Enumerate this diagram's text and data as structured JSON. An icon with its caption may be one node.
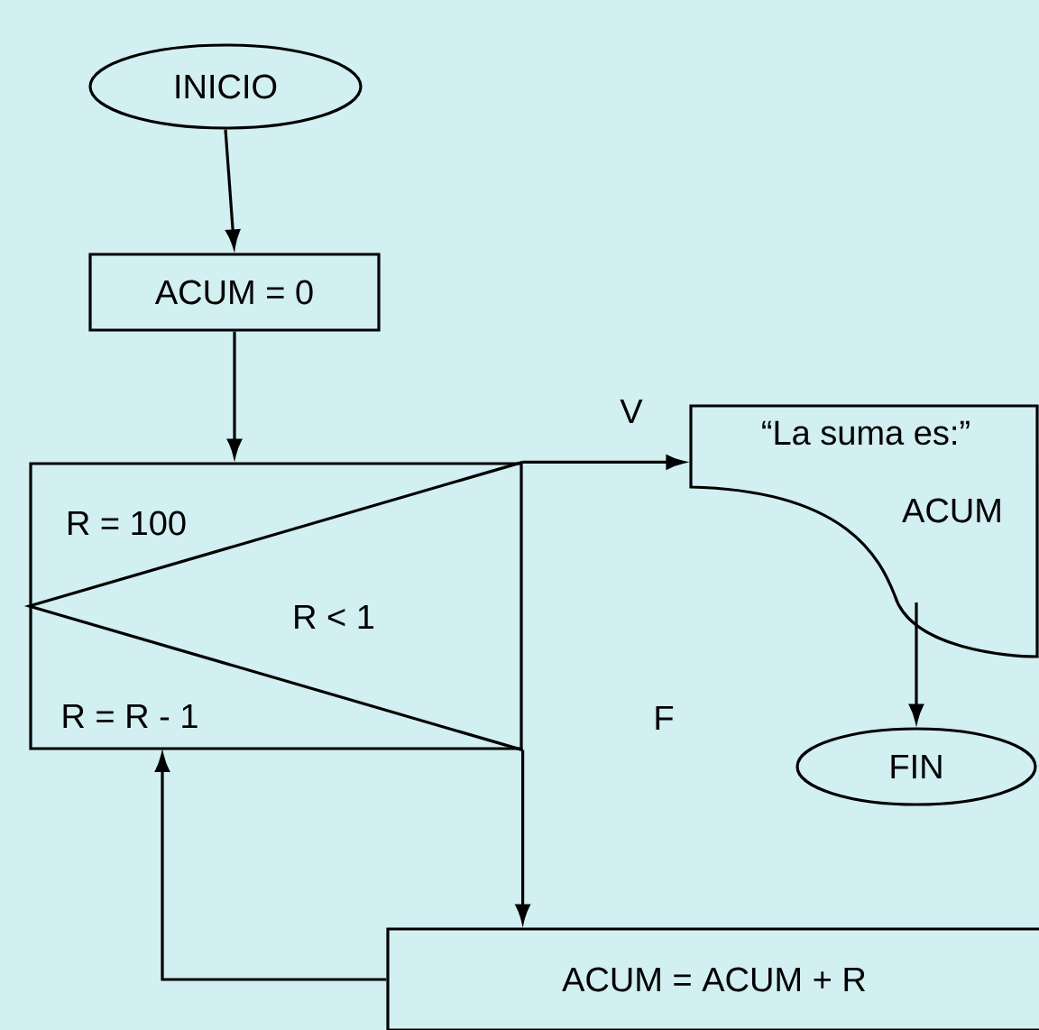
{
  "diagram": {
    "nodes": [
      {
        "text": [
          "INICIO"
        ]
      },
      {
        "text": [
          "ACUM = 0"
        ]
      },
      {
        "text": [
          "R = 100",
          "R < 1",
          "R = R - 1"
        ]
      },
      {
        "text": [
          "“La suma es:”",
          "ACUM"
        ]
      },
      {
        "text": [
          "FIN"
        ]
      },
      {
        "text": [
          "ACUM = ACUM + R"
        ]
      }
    ],
    "edges": [
      {
        "from": 0,
        "to": 1,
        "arrow": "to"
      },
      {
        "from": 1,
        "to": 2,
        "arrow": "to"
      },
      {
        "from": 2,
        "to": 3,
        "arrow": "to",
        "label": "V"
      },
      {
        "from": 3,
        "to": 4,
        "arrow": "to"
      },
      {
        "from": 2,
        "to": 5,
        "arrow": "to",
        "label": "F"
      },
      {
        "from": 5,
        "to": 2,
        "arrow": "to"
      }
    ]
  }
}
